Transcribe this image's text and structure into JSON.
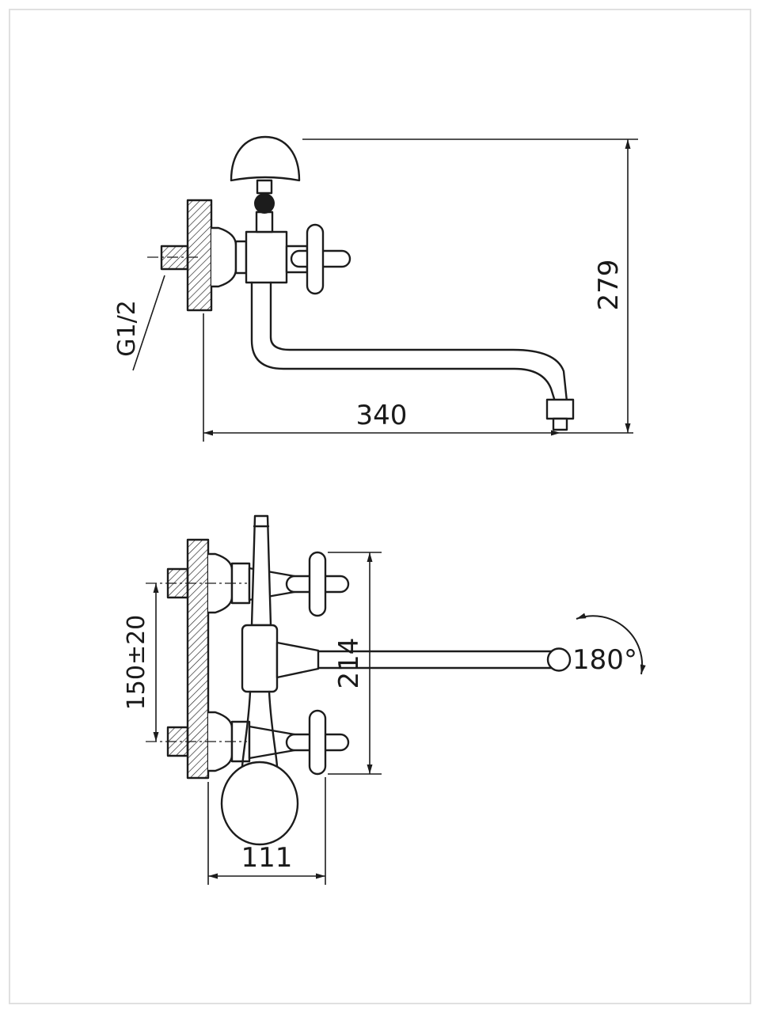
{
  "drawing": {
    "line_color": "#1c1c1c",
    "side_view": {
      "spout_reach_mm": "340",
      "overall_height_mm": "279",
      "thread_size": "G1/2"
    },
    "plan_view": {
      "inlet_spacing_mm": "150±20",
      "overall_span_mm": "214",
      "wall_projection_mm": "111",
      "spout_swivel": "180°"
    }
  }
}
